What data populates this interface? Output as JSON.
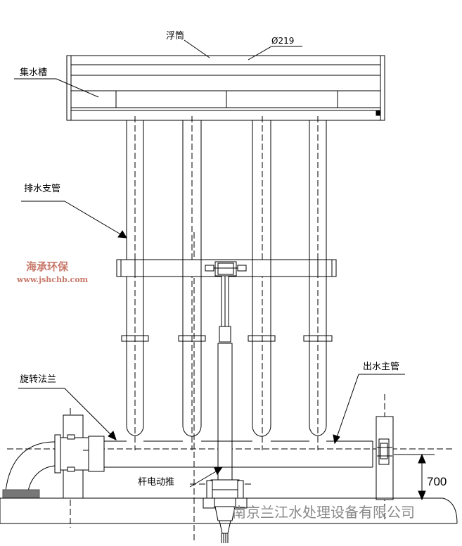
{
  "labels": {
    "float_tube": "浮筒",
    "diameter": "Ø219",
    "collector": "集水槽",
    "branch_pipe": "排水支管",
    "rotary_flange": "旋转法兰",
    "main_outlet": "出水主管",
    "actuator": "杆电动推",
    "height_dim": "700"
  },
  "brand": {
    "name": "海承环保",
    "url": "www.jshchb.com"
  },
  "watermark": "南京兰江水处理设备有限公司",
  "colors": {
    "line": "#000000",
    "brand": "#c8786a",
    "watermark": "#8a8a8a",
    "base": "#777777"
  }
}
